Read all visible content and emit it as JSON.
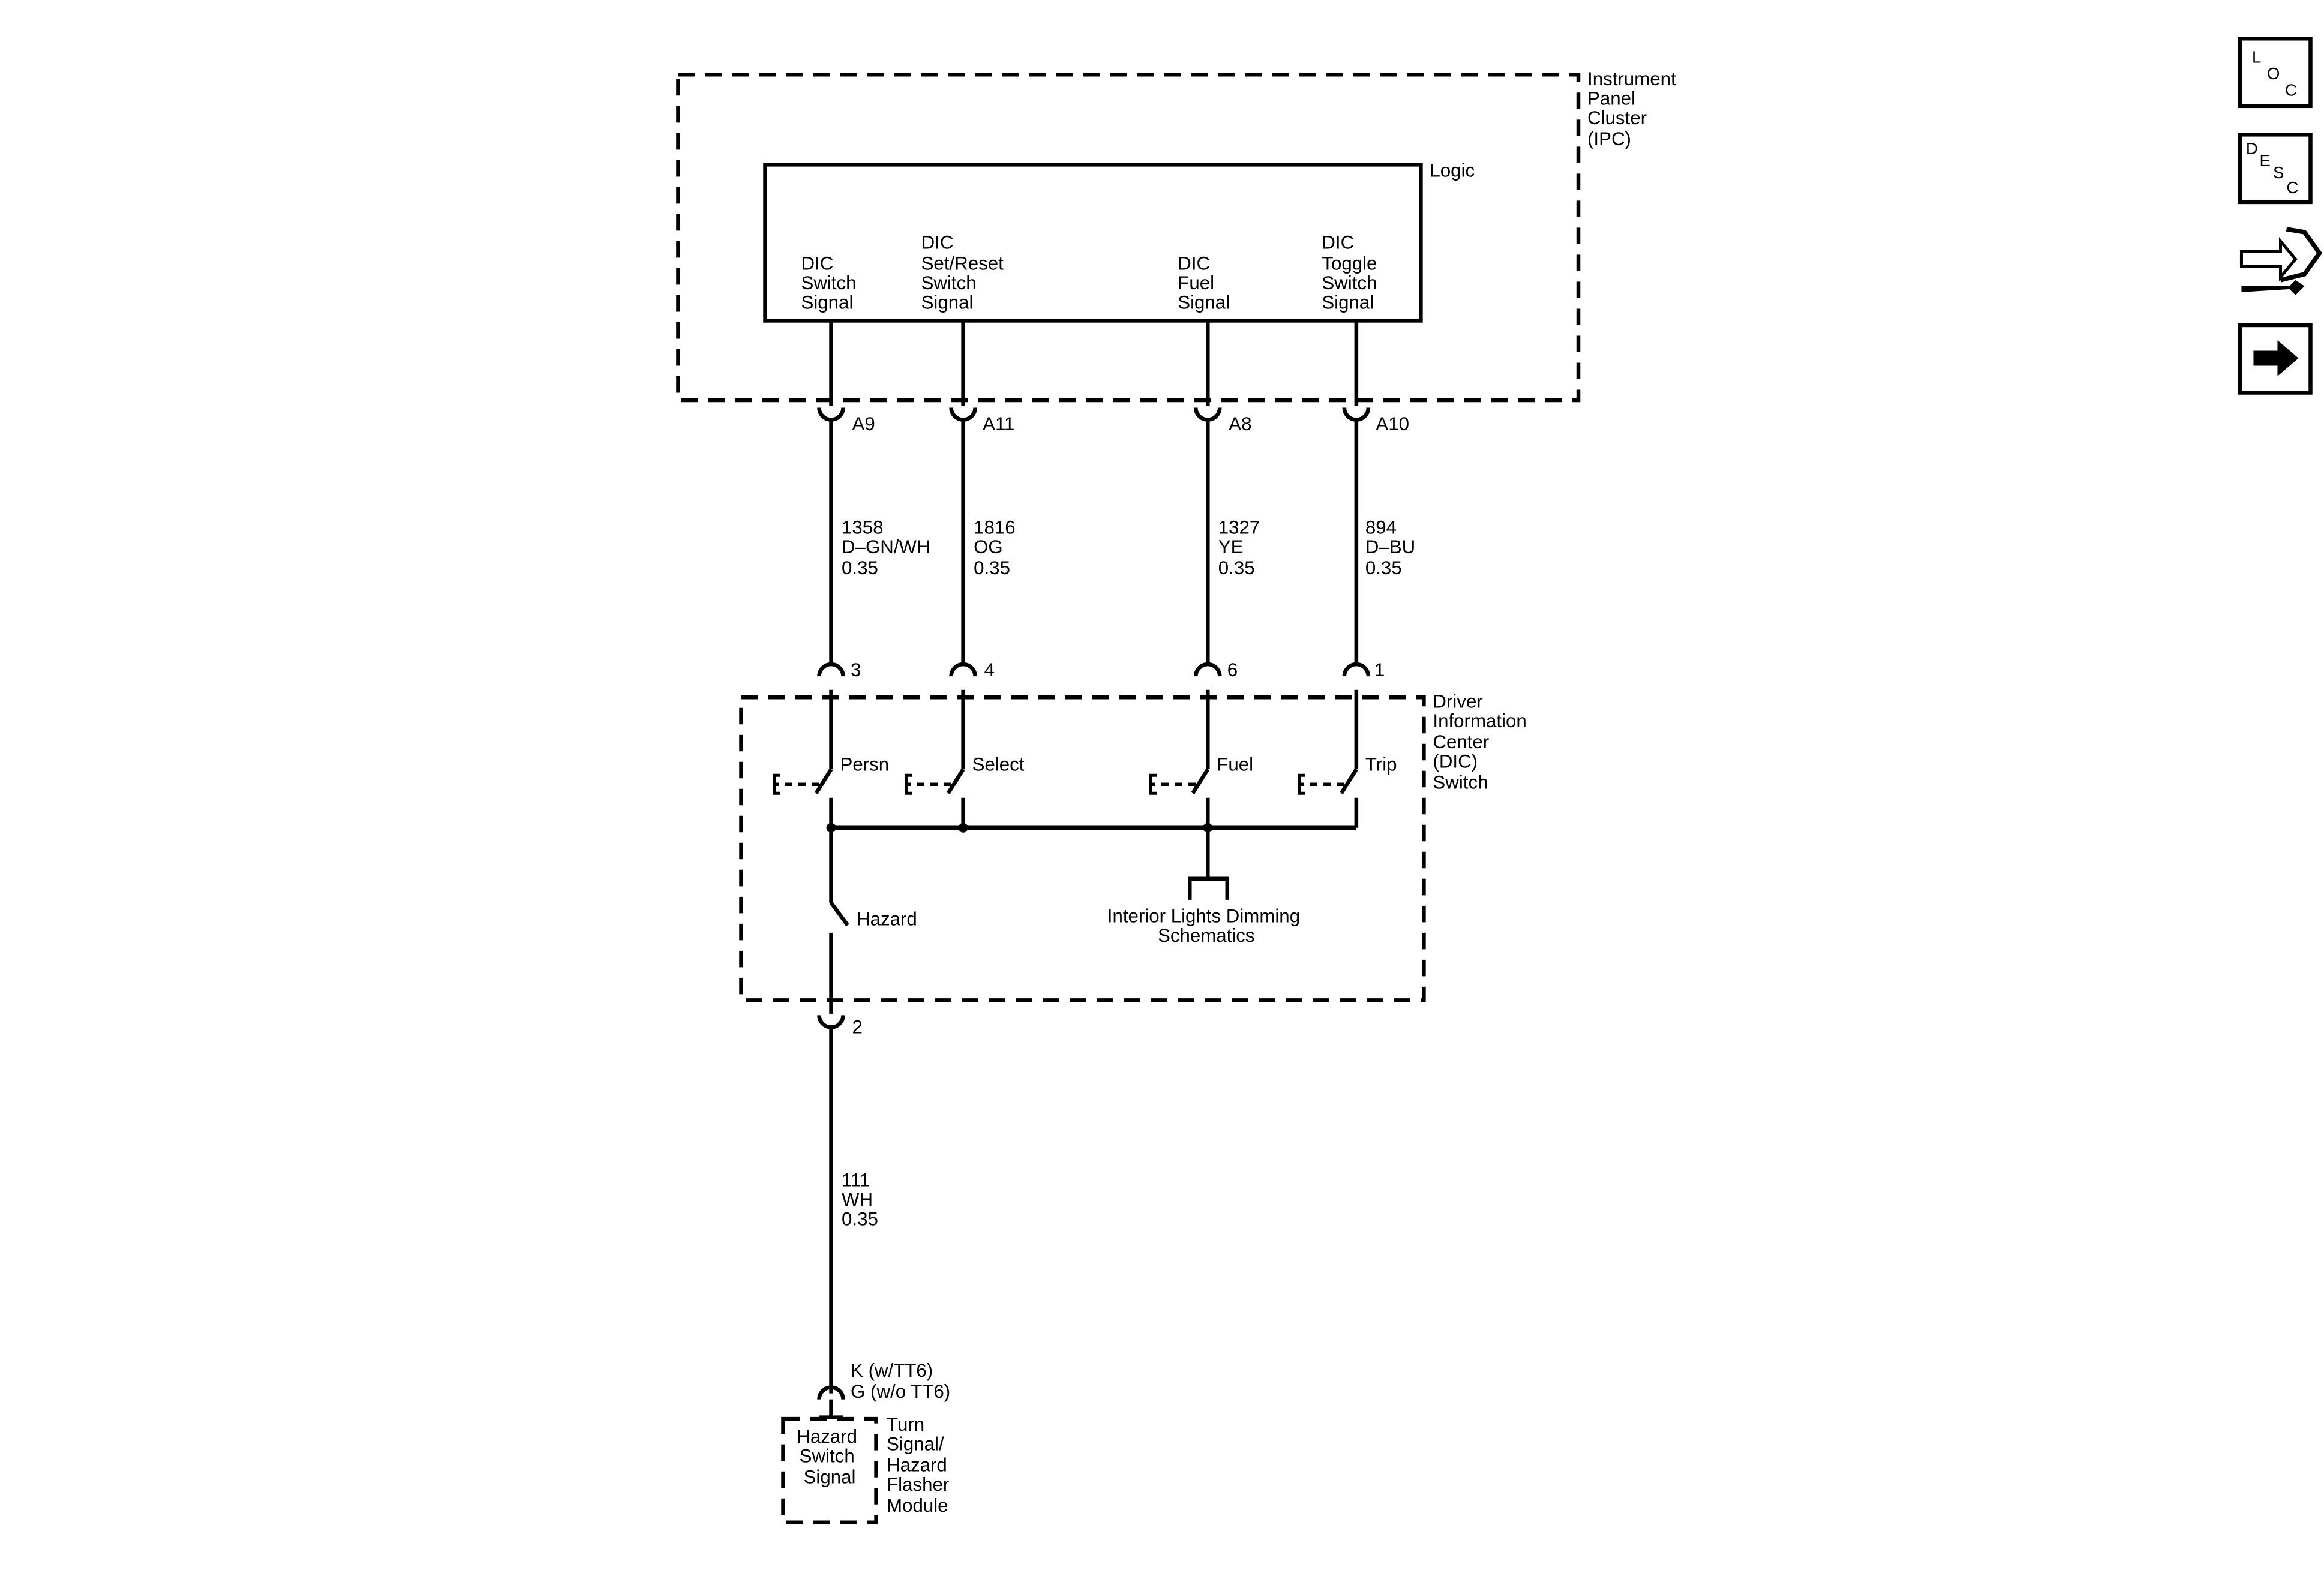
{
  "ipc": {
    "name_lines": [
      "Instrument",
      "Panel",
      "Cluster",
      "(IPC)"
    ],
    "logic_label": "Logic",
    "signals": [
      [
        "DIC",
        "Switch",
        "Signal"
      ],
      [
        "DIC",
        "Set/Reset",
        "Switch",
        "Signal"
      ],
      [
        "DIC",
        "Fuel",
        "Signal"
      ],
      [
        "DIC",
        "Toggle",
        "Switch",
        "Signal"
      ]
    ],
    "pins": [
      "A9",
      "A11",
      "A8",
      "A10"
    ]
  },
  "wires": [
    [
      "1358",
      "D–GN/WH",
      "0.35"
    ],
    [
      "1816",
      "OG",
      "0.35"
    ],
    [
      "1327",
      "YE",
      "0.35"
    ],
    [
      "894",
      "D–BU",
      "0.35"
    ]
  ],
  "dic_switch": {
    "name_lines": [
      "Driver",
      "Information",
      "Center",
      "(DIC)",
      "Switch"
    ],
    "pins": [
      "3",
      "4",
      "6",
      "1"
    ],
    "switches": [
      "Persn",
      "Select",
      "Fuel",
      "Trip"
    ],
    "hazard_label": "Hazard",
    "dimming_ref": [
      "Interior Lights Dimming",
      "Schematics"
    ],
    "bottom_pin": "2"
  },
  "hazard_wire": [
    "111",
    "WH",
    "0.35"
  ],
  "flasher": {
    "pin_lines": [
      "K (w/TT6)",
      "G (w/o TT6)"
    ],
    "signal_lines": [
      "Hazard",
      "Switch",
      "Signal"
    ],
    "name_lines": [
      "Turn",
      "Signal/",
      "Hazard",
      "Flasher",
      "Module"
    ]
  },
  "nav_icons": [
    "location-icon",
    "description-icon",
    "wiring-diagnostic-icon",
    "next-arrow-icon"
  ]
}
